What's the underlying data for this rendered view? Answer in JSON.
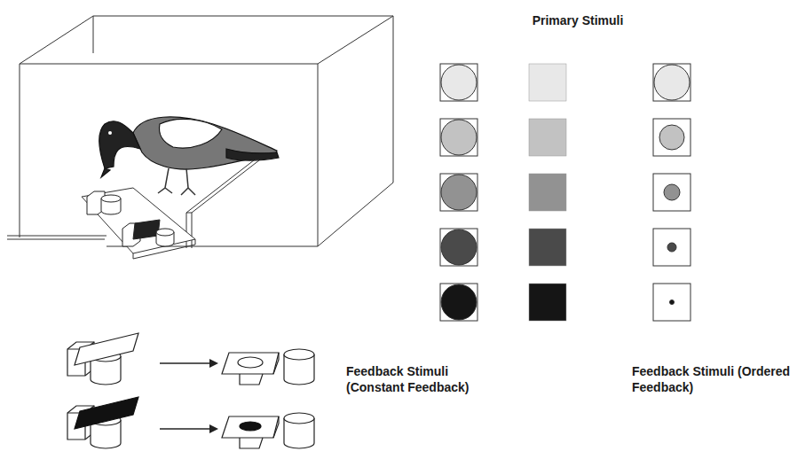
{
  "diagram": {
    "labels": [
      "Primary Stimuli",
      "Feedback Stimuli (Constant Feedback)",
      "Feedback Stimuli (Ordered Feedback)"
    ]
  }
}
